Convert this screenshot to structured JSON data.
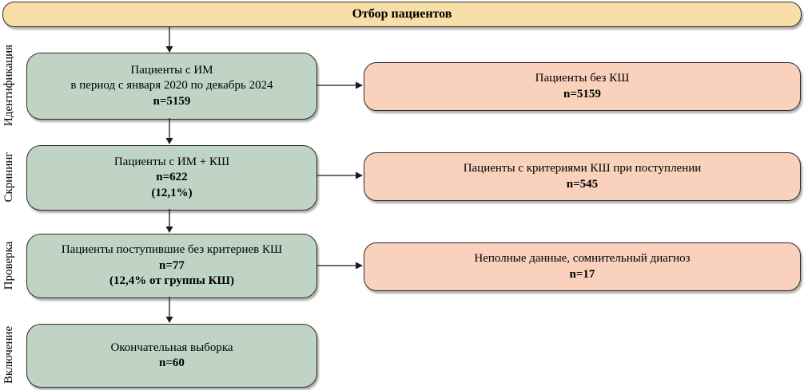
{
  "colors": {
    "header_bg": "#F8DFA7",
    "stage_bg": "#C0D4C5",
    "exclusion_bg": "#FAD1BD",
    "border": "#2e2c27"
  },
  "header": {
    "title": "Отбор пациентов"
  },
  "side_labels": [
    {
      "label": "Идентификация"
    },
    {
      "label": "Скрининг"
    },
    {
      "label": "Проверка"
    },
    {
      "label": "Включение"
    }
  ],
  "flow": {
    "stages": [
      {
        "lines": [
          {
            "text": "Пациенты с ИМ",
            "bold": false
          },
          {
            "text": "в период с января 2020 по декабрь 2024",
            "bold": false
          },
          {
            "text": "n=5159",
            "bold": true
          }
        ]
      },
      {
        "lines": [
          {
            "text": "Пациенты с ИМ + КШ",
            "bold": false
          },
          {
            "text": "n=622",
            "bold": true
          },
          {
            "text": "(12,1%)",
            "bold": true
          }
        ]
      },
      {
        "lines": [
          {
            "text": "Пациенты поступившие без критериев КШ",
            "bold": false
          },
          {
            "text": "n=77",
            "bold": true
          },
          {
            "text": "(12,4% от группы КШ)",
            "bold": true
          }
        ]
      },
      {
        "lines": [
          {
            "text": "Окончательная выборка",
            "bold": false
          },
          {
            "text": "n=60",
            "bold": true
          }
        ]
      }
    ],
    "exclusions": [
      {
        "lines": [
          {
            "text": "Пациенты без КШ",
            "bold": false
          },
          {
            "text": "n=5159",
            "bold": true
          }
        ]
      },
      {
        "lines": [
          {
            "text": "Пациенты с критериями КШ при поступлении",
            "bold": false
          },
          {
            "text": "n=545",
            "bold": true
          }
        ]
      },
      {
        "lines": [
          {
            "text": "Неполные данные, сомнительный диагноз",
            "bold": false
          },
          {
            "text": "n=17",
            "bold": true
          }
        ]
      }
    ]
  }
}
